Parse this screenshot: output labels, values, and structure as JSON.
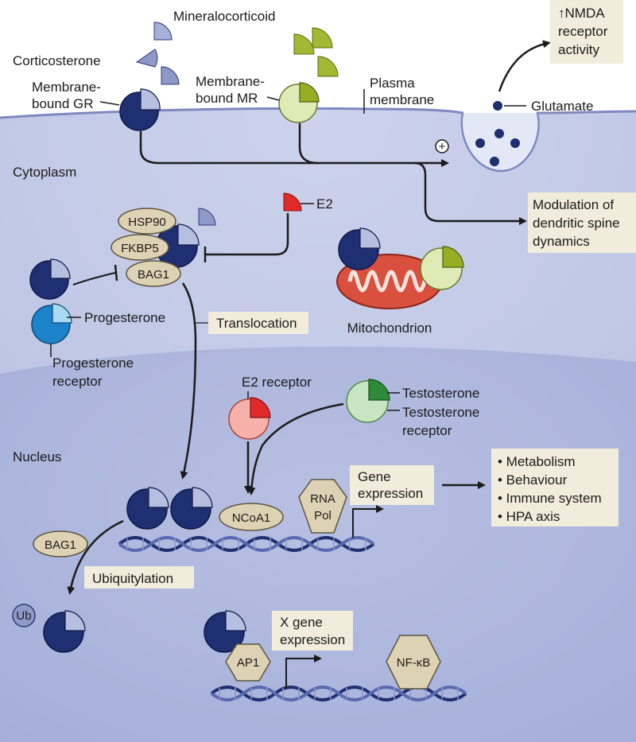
{
  "labels": {
    "corticosterone": "Corticosterone",
    "mineralocorticoid": "Mineralocorticoid",
    "membrane_gr": [
      "Membrane-",
      "bound GR"
    ],
    "membrane_mr": [
      "Membrane-",
      "bound MR"
    ],
    "plasma_membrane": [
      "Plasma",
      "membrane"
    ],
    "glutamate": "Glutamate",
    "nmda": [
      "↑NMDA",
      "receptor",
      "activity"
    ],
    "cytoplasm": "Cytoplasm",
    "plus": "+",
    "e2": "E2",
    "modulation": [
      "Modulation of",
      "dendritic spine",
      "dynamics"
    ],
    "hsp90": "HSP90",
    "fkbp5": "FKBP5",
    "bag1": "BAG1",
    "progesterone": "Progesterone",
    "progesterone_receptor": [
      "Progesterone",
      "receptor"
    ],
    "translocation": "Translocation",
    "mitochondrion": "Mitochondrion",
    "e2_receptor": "E2 receptor",
    "testosterone": "Testosterone",
    "testosterone_receptor": [
      "Testosterone",
      "receptor"
    ],
    "nucleus": "Nucleus",
    "gene_expression": [
      "Gene",
      "expression"
    ],
    "outcomes": [
      "• Metabolism",
      "• Behaviour",
      "• Immune system",
      "• HPA axis"
    ],
    "ncoa1": "NCoA1",
    "rna_pol": [
      "RNA",
      "Pol"
    ],
    "bag1_nuc": "BAG1",
    "ubiquitylation": "Ubiquitylation",
    "ub": "Ub",
    "ap1": "AP1",
    "x_gene": [
      "X gene",
      "expression"
    ],
    "nfkb": "NF-κB"
  },
  "colors": {
    "gr_dark": "#1e2f72",
    "gr_light": "#b6bfdf",
    "mr_pale": "#dfeab6",
    "mr_olive": "#97ae22",
    "e2_red": "#e12a2a",
    "e2_pink": "#f5b1aa",
    "testo_pale": "#c8e6c1",
    "testo_green": "#2e8b3a",
    "prog_blue": "#1c82c9",
    "prog_light": "#a8d8f2",
    "cytoplasm": "#c4cbe7",
    "nucleus": "#b3bce1",
    "label_box": "#f1ecdc",
    "protein_tan": "#ded2b4"
  }
}
